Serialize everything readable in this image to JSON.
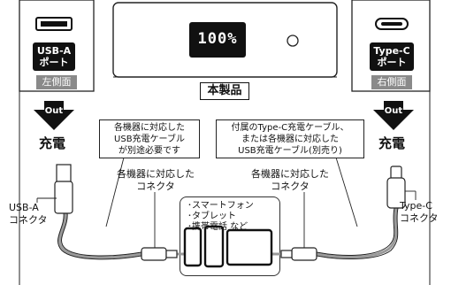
{
  "left_port": {
    "label_line1": "USB-A",
    "label_line2": "ポート",
    "side": "左側面"
  },
  "right_port": {
    "label_line1": "Type-C",
    "label_line2": "ポート",
    "side": "右側面"
  },
  "product": {
    "display_text": "100%",
    "name_label": "本製品"
  },
  "output_left": {
    "arrow_text": "Out",
    "caption": "充電"
  },
  "output_right": {
    "arrow_text": "Out",
    "caption": "充電"
  },
  "notes": {
    "left": [
      "各機器に対応した",
      "USB充電ケーブル",
      "が別途必要です"
    ],
    "right": [
      "付属のType-C充電ケーブル、",
      "または各機器に対応した",
      "USB充電ケーブル(別売り)"
    ]
  },
  "connectors": {
    "left_device_side": [
      "各機器に対応した",
      "コネクタ"
    ],
    "right_device_side": [
      "各機器に対応した",
      "コネクタ"
    ],
    "usb_a": [
      "USB-A",
      "コネクタ"
    ],
    "type_c": [
      "Type-C",
      "コネクタ"
    ]
  },
  "devices": [
    "･スマートフォン",
    "･タブレット",
    "･携帯電話 など"
  ],
  "colors": {
    "black": "#111111",
    "gray_label": "#8a8a8a",
    "cable_gray": "#9a9a9a"
  }
}
